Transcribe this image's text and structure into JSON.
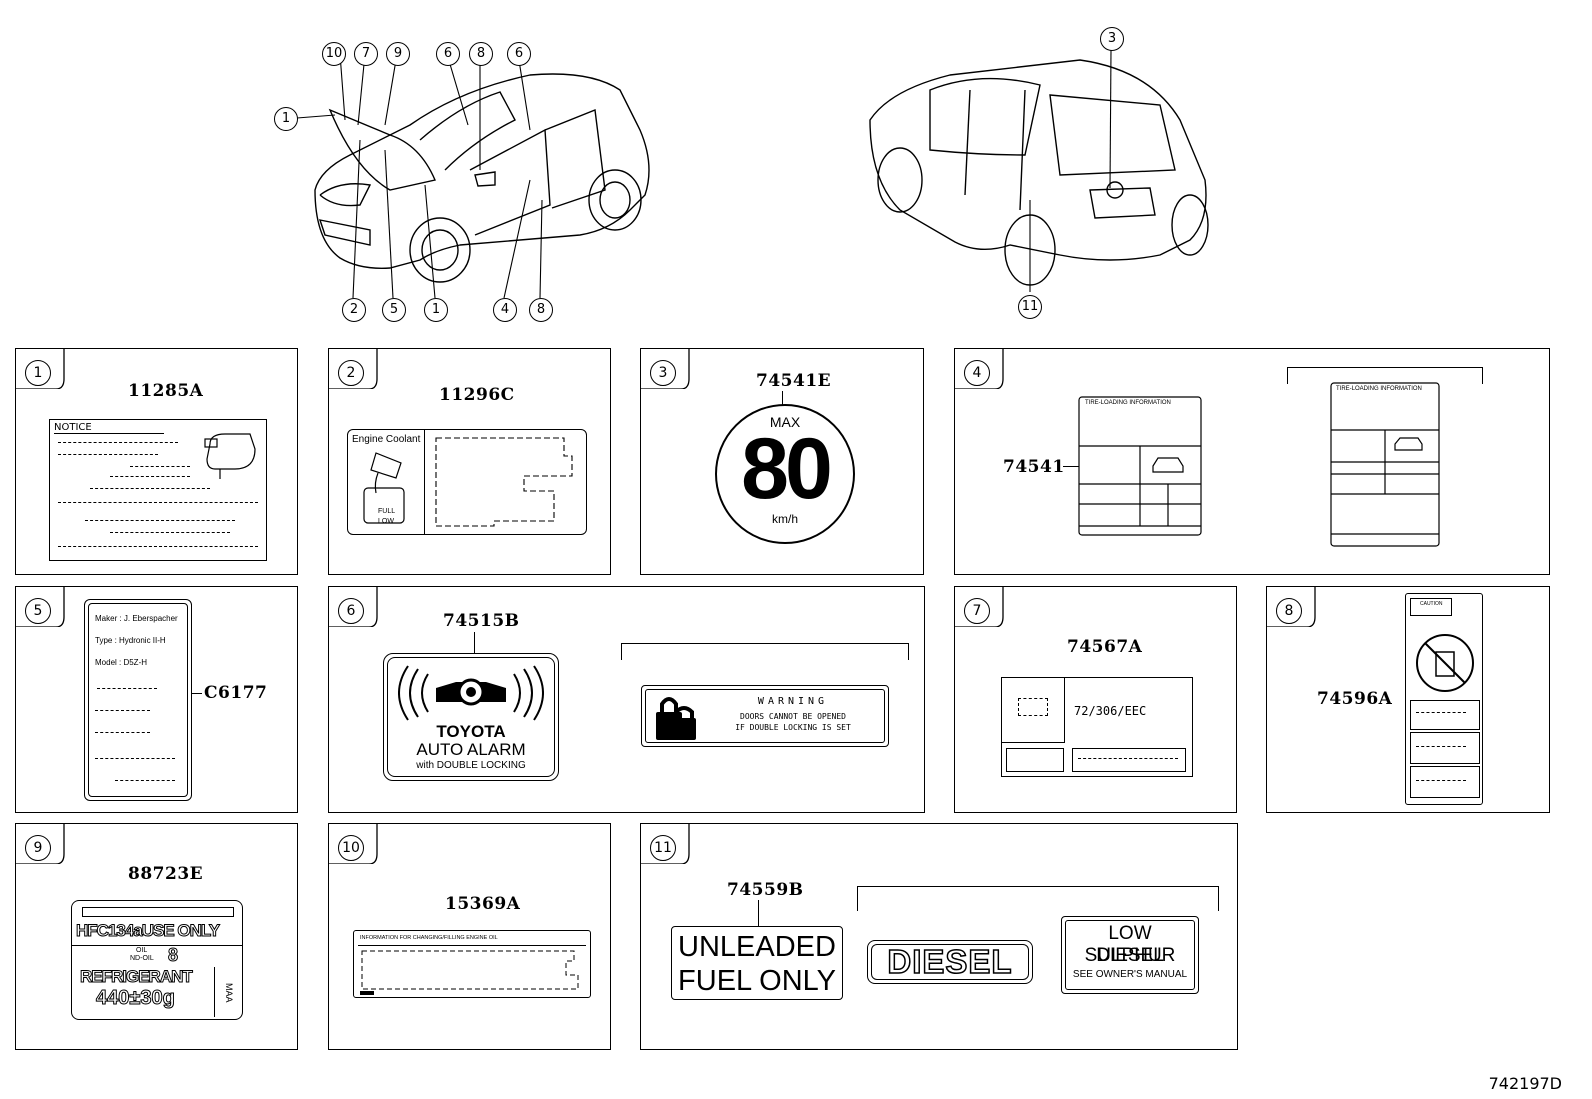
{
  "diagram_code": "742197D",
  "overview": {
    "front_callouts": [
      "10",
      "7",
      "9",
      "6",
      "8",
      "6",
      "1",
      "2",
      "5",
      "1",
      "4",
      "8"
    ],
    "rear_callouts": [
      "3",
      "11"
    ]
  },
  "panels": [
    {
      "n": "1",
      "part": "11285A",
      "notice": "NOTICE"
    },
    {
      "n": "2",
      "part": "11296C",
      "title": "Engine Coolant",
      "full": "FULL",
      "low": "LOW"
    },
    {
      "n": "3",
      "part": "74541E",
      "max": "MAX",
      "speed": "80",
      "unit": "km/h"
    },
    {
      "n": "4",
      "part": "74541",
      "header": "TIRE-LOADING INFORMATION",
      "header2": "TIRE-LOADING INFORMATION"
    },
    {
      "n": "5",
      "part": "C6177",
      "maker": "Maker : J. Eberspacher",
      "type": "Type : Hydronic II-H",
      "model": "Model : D5Z-H"
    },
    {
      "n": "6",
      "part": "74515B",
      "brand": "TOYOTA",
      "line1": "AUTO ALARM",
      "line2": "with DOUBLE LOCKING",
      "warn": "WARNING",
      "warn1": "DOORS CANNOT BE OPENED",
      "warn2": "IF DOUBLE LOCKING IS SET"
    },
    {
      "n": "7",
      "part": "74567A",
      "text": "72/306/EEC"
    },
    {
      "n": "8",
      "part": "74596A",
      "caution": "CAUTION"
    },
    {
      "n": "9",
      "part": "88723E",
      "hfc": "HFC134aUSE ONLY",
      "oil": "OIL",
      "oil2": "ND-OIL",
      "oilnum": "8",
      "refr": "REFRIGERANT",
      "amount": "440±30g",
      "side": "MAA"
    },
    {
      "n": "10",
      "part": "15369A",
      "info": "INFORMATION FOR CHANGING/FILLING ENGINE OIL"
    },
    {
      "n": "11",
      "part": "74559B",
      "unl1": "UNLEADED",
      "unl2": "FUEL ONLY",
      "diesel": "DIESEL",
      "ls1": "LOW SULPHUR",
      "ls2": "DIESEL",
      "ls3": "SEE OWNER'S MANUAL"
    }
  ]
}
